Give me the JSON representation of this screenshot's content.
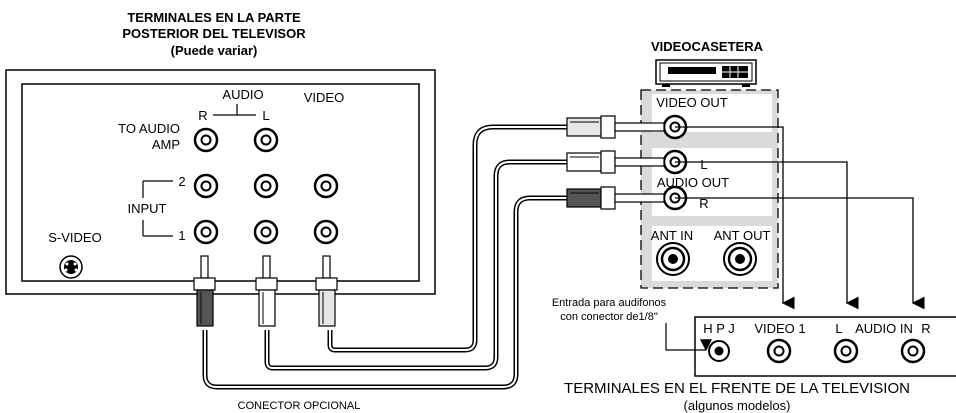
{
  "tv_rear": {
    "title_line1": "TERMINALES EN LA PARTE",
    "title_line2": "POSTERIOR DEL TELEVISOR",
    "title_line3": "(Puede variar)",
    "audio_label": "AUDIO",
    "r_label": "R",
    "l_label": "L",
    "video_label": "VIDEO",
    "to_audio_amp_line1": "TO AUDIO",
    "to_audio_amp_line2": "AMP",
    "input_label": "INPUT",
    "input_2": "2",
    "input_1": "1",
    "svideo_label": "S-VIDEO"
  },
  "vcr": {
    "title": "VIDEOCASETERA",
    "video_out": "VIDEO OUT",
    "l_label": "L",
    "audio_out": "AUDIO OUT",
    "r_label": "R",
    "ant_in": "ANT IN",
    "ant_out": "ANT OUT"
  },
  "tv_front": {
    "hpj_note_line1": "Entrada para audifonos",
    "hpj_note_line2": "con conector de1/8\"",
    "hpj": "H P J",
    "video1": "VIDEO 1",
    "l_label": "L",
    "audio_in": "AUDIO IN",
    "r_label": "R",
    "title_line1": "TERMINALES EN EL FRENTE DE LA TELEVISION",
    "title_line2": "(algunos modelos)"
  },
  "optional_connector": "CONECTOR OPCIONAL"
}
